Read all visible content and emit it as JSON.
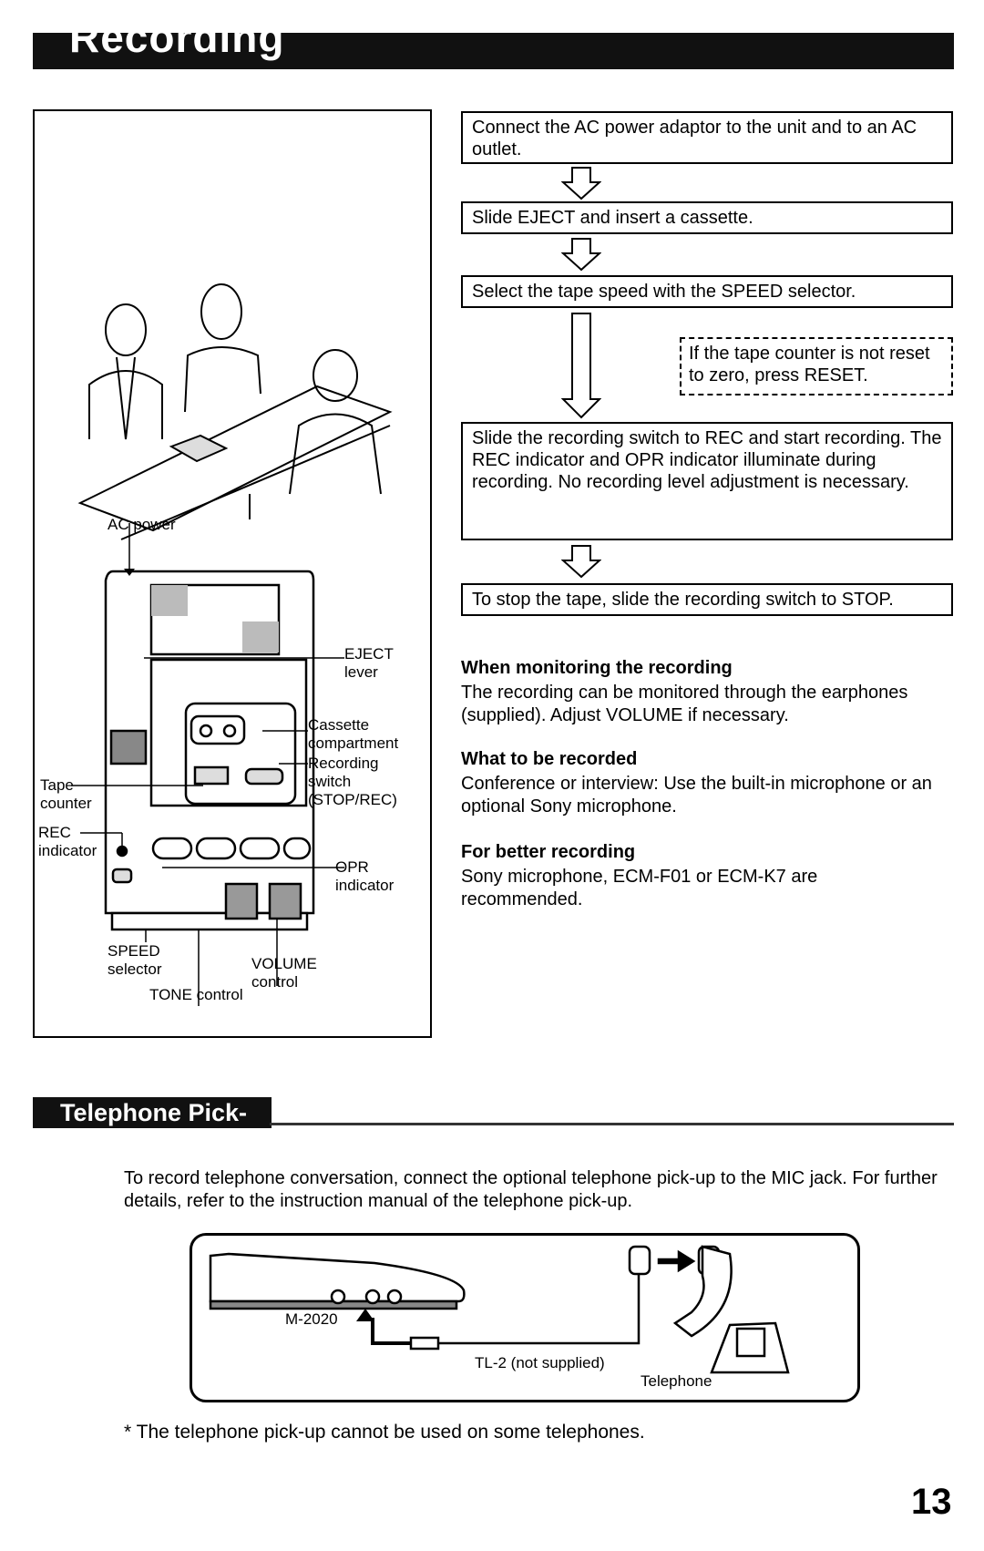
{
  "header": {
    "title": "Recording"
  },
  "illustration": {
    "labels": {
      "ac_power": "AC power",
      "eject_lever": [
        "EJECT",
        "lever"
      ],
      "cassette_compartment": [
        "Cassette",
        "compartment"
      ],
      "recording_switch": [
        "Recording",
        "switch",
        "(STOP/REC)"
      ],
      "tape_counter": [
        "Tape",
        "counter"
      ],
      "rec_indicator": [
        "REC",
        "indicator"
      ],
      "opr_indicator": [
        "OPR",
        "indicator"
      ],
      "speed_selector": [
        "SPEED",
        "selector"
      ],
      "volume_control": [
        "VOLUME",
        "control"
      ],
      "tone_control": "TONE control"
    }
  },
  "steps": [
    "Connect the AC power adaptor to the unit and to an AC outlet.",
    "Slide EJECT and insert a cassette.",
    "Select the tape speed with the SPEED selector.",
    "Slide the recording switch to REC and start recording. The REC indicator and OPR indicator illuminate during recording. No recording level adjustment is necessary.",
    "To stop the tape, slide the recording switch to STOP."
  ],
  "reset_note": "If the tape counter is not reset to zero, press RESET.",
  "tips": [
    {
      "heading": "When monitoring the recording",
      "text": "The recording can be monitored through the earphones (supplied). Adjust VOLUME if necessary."
    },
    {
      "heading": "What to be recorded",
      "text": "Conference or interview:    Use the built-in microphone or an optional Sony microphone."
    },
    {
      "heading": "For better recording",
      "text": "Sony microphone, ECM-F01 or ECM-K7 are recommended."
    }
  ],
  "telephone": {
    "title": "Telephone Pick-up",
    "text": "To record telephone conversation, connect the optional telephone pick-up to the MIC jack. For further details, refer to the instruction manual of the telephone pick-up.",
    "diagram_labels": {
      "unit": "M-2020",
      "cable": "TL-2 (not supplied)",
      "phone": "Telephone"
    },
    "footnote": "*  The telephone pick-up cannot be used on some telephones."
  },
  "page_number": "13"
}
